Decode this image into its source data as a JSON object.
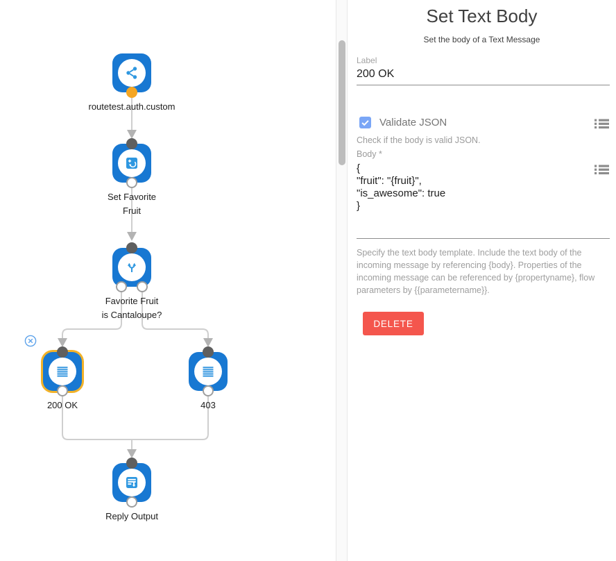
{
  "canvas": {
    "close_icon": "circle-x-icon",
    "nodes": [
      {
        "name": "trigger",
        "icon": "share-icon",
        "label_lines": [
          "routetest.auth.custom"
        ],
        "selected": false
      },
      {
        "name": "set-favorite-fruit",
        "icon": "set-variables-icon",
        "label_lines": [
          "Set Favorite",
          "Fruit"
        ],
        "selected": false
      },
      {
        "name": "split-favorite-fruit",
        "icon": "split-icon",
        "label_lines": [
          "Favorite Fruit",
          "is Cantaloupe?"
        ],
        "selected": false
      },
      {
        "name": "200-ok",
        "icon": "text-body-icon",
        "label_lines": [
          "200 OK"
        ],
        "selected": true
      },
      {
        "name": "403",
        "icon": "text-body-icon",
        "label_lines": [
          "403"
        ],
        "selected": false
      },
      {
        "name": "reply-output",
        "icon": "reply-output-icon",
        "label_lines": [
          "Reply Output"
        ],
        "selected": false
      }
    ]
  },
  "panel": {
    "title": "Set Text Body",
    "subtitle": "Set the body of a Text Message",
    "label_field": {
      "label": "Label",
      "value": "200 OK"
    },
    "validate_json": {
      "label": "Validate JSON",
      "checked": true,
      "help": "Check if the body is valid JSON.",
      "icon": "list-icon"
    },
    "body_field": {
      "label": "Body *",
      "value": "{\n\"fruit\": \"{fruit}\",\n\"is_awesome\": true\n}",
      "icon": "list-icon"
    },
    "help_text": "Specify the text body template. Include the text body of the incoming message by referencing {body}. Properties of the incoming message can be referenced by {propertyname}, flow parameters by {{parametername}}.",
    "delete_button": "DELETE"
  },
  "colors": {
    "node_blue": "#1878D2",
    "node_icon_blue": "#2E97E0",
    "selected_ring": "#F2B229",
    "trigger_dot_orange": "#F5A623",
    "connector_gray": "#cfcfcf",
    "arrow_gray": "#b3b3b3",
    "checkbox_blue": "#7AA6F6",
    "delete_red": "#F4564D"
  }
}
